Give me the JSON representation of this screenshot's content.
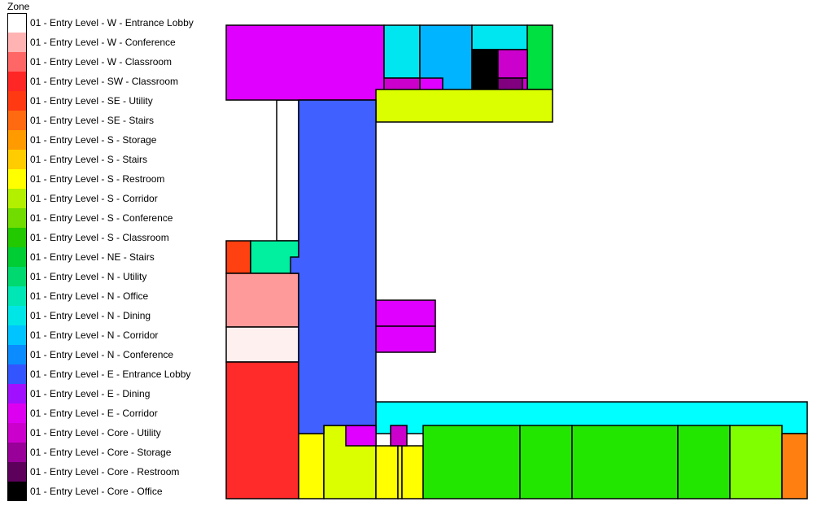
{
  "legend": {
    "title": "Zone",
    "items": [
      {
        "label": "01 - Entry Level - W - Entrance Lobby",
        "color": "#ffffff"
      },
      {
        "label": "01 - Entry Level - W - Conference",
        "color": "#ffb3b3"
      },
      {
        "label": "01 - Entry Level - W - Classroom",
        "color": "#ff6666"
      },
      {
        "label": "01 - Entry Level - SW - Classroom",
        "color": "#ff2626"
      },
      {
        "label": "01 - Entry Level - SE - Utility",
        "color": "#ff3a12"
      },
      {
        "label": "01 - Entry Level - SE - Stairs",
        "color": "#ff6a10"
      },
      {
        "label": "01 - Entry Level - S - Storage",
        "color": "#ff9a00"
      },
      {
        "label": "01 - Entry Level - S - Stairs",
        "color": "#ffcc00"
      },
      {
        "label": "01 - Entry Level - S - Restroom",
        "color": "#ffff00"
      },
      {
        "label": "01 - Entry Level - S - Corridor",
        "color": "#b3f000"
      },
      {
        "label": "01 - Entry Level - S - Conference",
        "color": "#70dc00"
      },
      {
        "label": "01 - Entry Level - S - Classroom",
        "color": "#22c800"
      },
      {
        "label": "01 - Entry Level - NE - Stairs",
        "color": "#00cc33"
      },
      {
        "label": "01 - Entry Level - N - Utility",
        "color": "#00d970"
      },
      {
        "label": "01 - Entry Level - N - Office",
        "color": "#00e6b4"
      },
      {
        "label": "01 - Entry Level - N - Dining",
        "color": "#00e6e6"
      },
      {
        "label": "01 - Entry Level - N - Corridor",
        "color": "#00c4ff"
      },
      {
        "label": "01 - Entry Level - N - Conference",
        "color": "#0a8cff"
      },
      {
        "label": "01 - Entry Level - E - Entrance Lobby",
        "color": "#3355ff"
      },
      {
        "label": "01 - Entry Level - E - Dining",
        "color": "#a010ff"
      },
      {
        "label": "01 - Entry Level - E - Corridor",
        "color": "#dd00f0"
      },
      {
        "label": "01 - Entry Level - Core - Utility",
        "color": "#cc00cc"
      },
      {
        "label": "01 - Entry Level - Core - Storage",
        "color": "#990099"
      },
      {
        "label": "01 - Entry Level - Core - Restroom",
        "color": "#5c005c"
      },
      {
        "label": "01 - Entry Level - Core - Office",
        "color": "#000000"
      }
    ]
  },
  "floorplan": {
    "rooms": [
      {
        "name": "room-e-corridor-north",
        "color": "#e000ff"
      },
      {
        "name": "room-n-dining-a",
        "color": "#00e6f0"
      },
      {
        "name": "room-n-corridor-a",
        "color": "#00b4ff"
      },
      {
        "name": "room-n-dining-b",
        "color": "#00e6f0"
      },
      {
        "name": "room-ne-stairs",
        "color": "#00e040"
      },
      {
        "name": "room-core-office",
        "color": "#000000"
      },
      {
        "name": "room-core-utility-a",
        "color": "#cc00cc"
      },
      {
        "name": "room-core-restroom",
        "color": "#800080"
      },
      {
        "name": "room-core-utility-b",
        "color": "#cc00cc"
      },
      {
        "name": "room-e-corridor-b",
        "color": "#e000ff"
      },
      {
        "name": "room-core-utility-c",
        "color": "#cc00cc"
      },
      {
        "name": "room-s-corridor-north",
        "color": "#dcff00"
      },
      {
        "name": "room-e-entrance-lobby",
        "color": "#4060ff"
      },
      {
        "name": "room-se-utility",
        "color": "#ff4010"
      },
      {
        "name": "room-n-utility",
        "color": "#00f0a0"
      },
      {
        "name": "room-w-conference",
        "color": "#ff9a9a"
      },
      {
        "name": "room-w-entrance-lobby",
        "color": "#fff0f0"
      },
      {
        "name": "room-sw-classroom",
        "color": "#ff2a2a"
      },
      {
        "name": "room-e-corridor-c",
        "color": "#e000ff"
      },
      {
        "name": "room-e-corridor-d",
        "color": "#e000ff"
      },
      {
        "name": "room-n-dining-south",
        "color": "#00ffff"
      },
      {
        "name": "room-s-restroom-a",
        "color": "#ffff00"
      },
      {
        "name": "room-s-corridor-a",
        "color": "#dcff00"
      },
      {
        "name": "room-e-corridor-e",
        "color": "#e000ff"
      },
      {
        "name": "room-s-restroom-b",
        "color": "#ffff00"
      },
      {
        "name": "room-s-restroom-c",
        "color": "#ffff00"
      },
      {
        "name": "room-s-restroom-d",
        "color": "#ffff00"
      },
      {
        "name": "room-core-utility-d",
        "color": "#cc00cc"
      },
      {
        "name": "room-s-classroom-a",
        "color": "#22e600"
      },
      {
        "name": "room-s-classroom-b",
        "color": "#22e600"
      },
      {
        "name": "room-s-classroom-c",
        "color": "#22e600"
      },
      {
        "name": "room-s-classroom-d",
        "color": "#22e600"
      },
      {
        "name": "room-s-conference",
        "color": "#80ff00"
      },
      {
        "name": "room-se-stairs",
        "color": "#ff8010"
      }
    ]
  }
}
